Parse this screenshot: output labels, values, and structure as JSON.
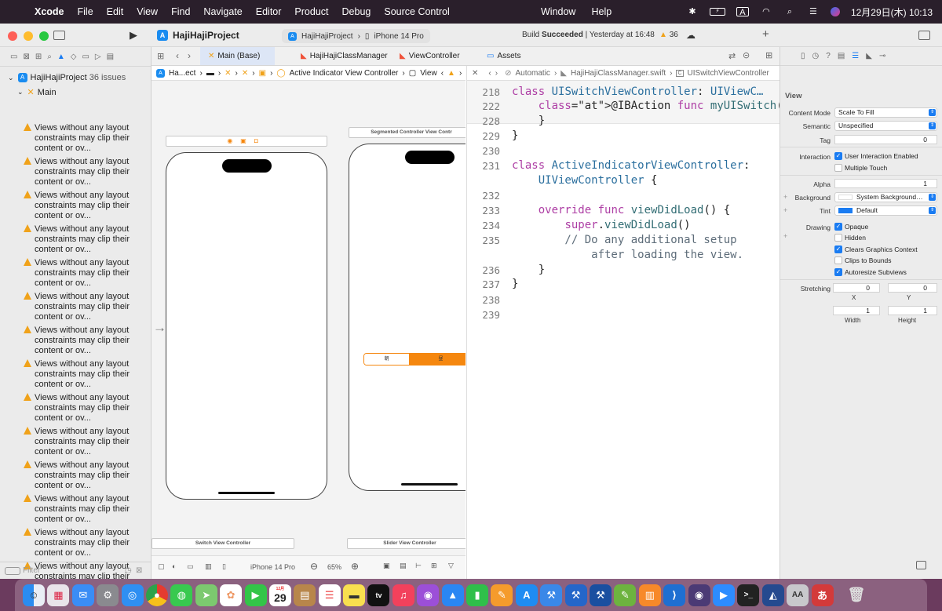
{
  "menubar": {
    "app": "Xcode",
    "items": [
      "File",
      "Edit",
      "View",
      "Find",
      "Navigate",
      "Editor",
      "Product",
      "Debug",
      "Source Control"
    ],
    "center_items": [
      "Window",
      "Help"
    ],
    "input_mode": "A",
    "datetime": "12月29日(木)  10:13"
  },
  "toolbar": {
    "project": "HajiHajiProject",
    "scheme_target": "HajiHajiProject",
    "scheme_device": "iPhone 14 Pro",
    "build_status": "Build",
    "build_result": "Succeeded",
    "build_time": "Yesterday at 16:48",
    "warning_count": "36"
  },
  "navigator": {
    "project_name": "HajiHajiProject",
    "issue_count": "36 issues",
    "group": "Main",
    "issue_text": "Views without any layout constraints may clip their content or ov...",
    "visible_issue_rows": 14,
    "filter_placeholder": "Filter"
  },
  "tabs": [
    {
      "label": "Main (Base)"
    },
    {
      "label": "HajiHajiClassManager"
    },
    {
      "label": "ViewController"
    },
    {
      "label": "Assets"
    }
  ],
  "ib_jumpbar": {
    "project": "Ha...ect",
    "scene": "Active Indicator View Controller",
    "view": "View"
  },
  "canvas": {
    "scene_segmented": "Segmented Controller View Contr",
    "scene_switch": "Switch View Controller",
    "scene_slider": "Slider View Controller",
    "seg_left": "朝",
    "seg_right": "昼",
    "device": "iPhone 14 Pro",
    "zoom": "65%"
  },
  "code_jumpbar": {
    "mode": "Automatic",
    "file": "HajiHajiClassManager.swift",
    "symbol": "UISwitchViewController"
  },
  "code_lines": [
    {
      "num": "218",
      "text": "class UISwitchViewController: UIViewC…"
    },
    {
      "num": "222",
      "text": "    @IBAction func myUISwitch(_ sende…"
    },
    {
      "num": "228",
      "text": "    }"
    },
    {
      "num": "229",
      "text": "}"
    },
    {
      "num": "230",
      "text": ""
    },
    {
      "num": "231",
      "text": "class ActiveIndicatorViewController:"
    },
    {
      "num": "",
      "text": "    UIViewController {"
    },
    {
      "num": "232",
      "text": ""
    },
    {
      "num": "233",
      "text": "    override func viewDidLoad() {"
    },
    {
      "num": "234",
      "text": "        super.viewDidLoad()"
    },
    {
      "num": "235",
      "text": "        // Do any additional setup"
    },
    {
      "num": "",
      "text": "            after loading the view."
    },
    {
      "num": "236",
      "text": "    }"
    },
    {
      "num": "237",
      "text": "}"
    },
    {
      "num": "238",
      "text": ""
    },
    {
      "num": "239",
      "text": ""
    }
  ],
  "inspector": {
    "section": "View",
    "content_mode_label": "Content Mode",
    "content_mode": "Scale To Fill",
    "semantic_label": "Semantic",
    "semantic": "Unspecified",
    "tag_label": "Tag",
    "tag": "0",
    "interaction_label": "Interaction",
    "user_interaction": "User Interaction Enabled",
    "multiple_touch": "Multiple Touch",
    "alpha_label": "Alpha",
    "alpha": "1",
    "background_label": "Background",
    "background": "System Background…",
    "tint_label": "Tint",
    "tint": "Default",
    "drawing_label": "Drawing",
    "opaque": "Opaque",
    "hidden": "Hidden",
    "clears": "Clears Graphics Context",
    "clips": "Clips to Bounds",
    "autoresize": "Autoresize Subviews",
    "stretching_label": "Stretching",
    "stretch_x": "0",
    "stretch_y": "0",
    "x_label": "X",
    "y_label": "Y",
    "stretch_w": "1",
    "stretch_h": "1",
    "width_label": "Width",
    "height_label": "Height"
  },
  "dock": {
    "calendar_month": "12月",
    "calendar_day": "29",
    "tv_label": "tv"
  },
  "colors": {
    "accent": "#1a7cf2",
    "warning": "#f0a21a",
    "segment": "#f5870f",
    "swift": "#f05138"
  }
}
